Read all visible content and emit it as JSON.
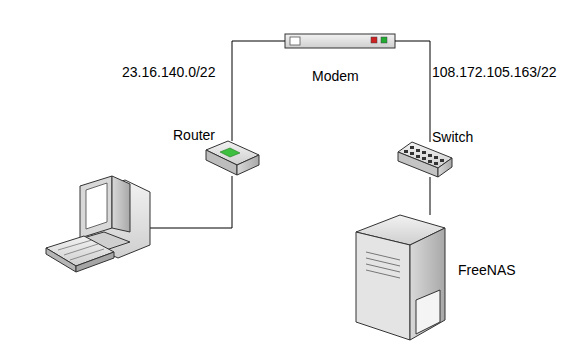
{
  "diagram": {
    "nodes": [
      {
        "text": [
          "Modem"
        ]
      },
      {
        "text": [
          "Router"
        ]
      },
      {
        "text": [
          "Switch"
        ]
      },
      {
        "text": [
          "FreeNAS"
        ]
      }
    ],
    "edges": [
      {
        "from": 0,
        "to": 1,
        "arrow": "none",
        "label": "23.16.140.0/22"
      },
      {
        "from": 0,
        "to": 2,
        "arrow": "none",
        "label": "108.172.105.163/22"
      },
      {
        "from": 2,
        "to": 3,
        "arrow": "none"
      }
    ]
  }
}
